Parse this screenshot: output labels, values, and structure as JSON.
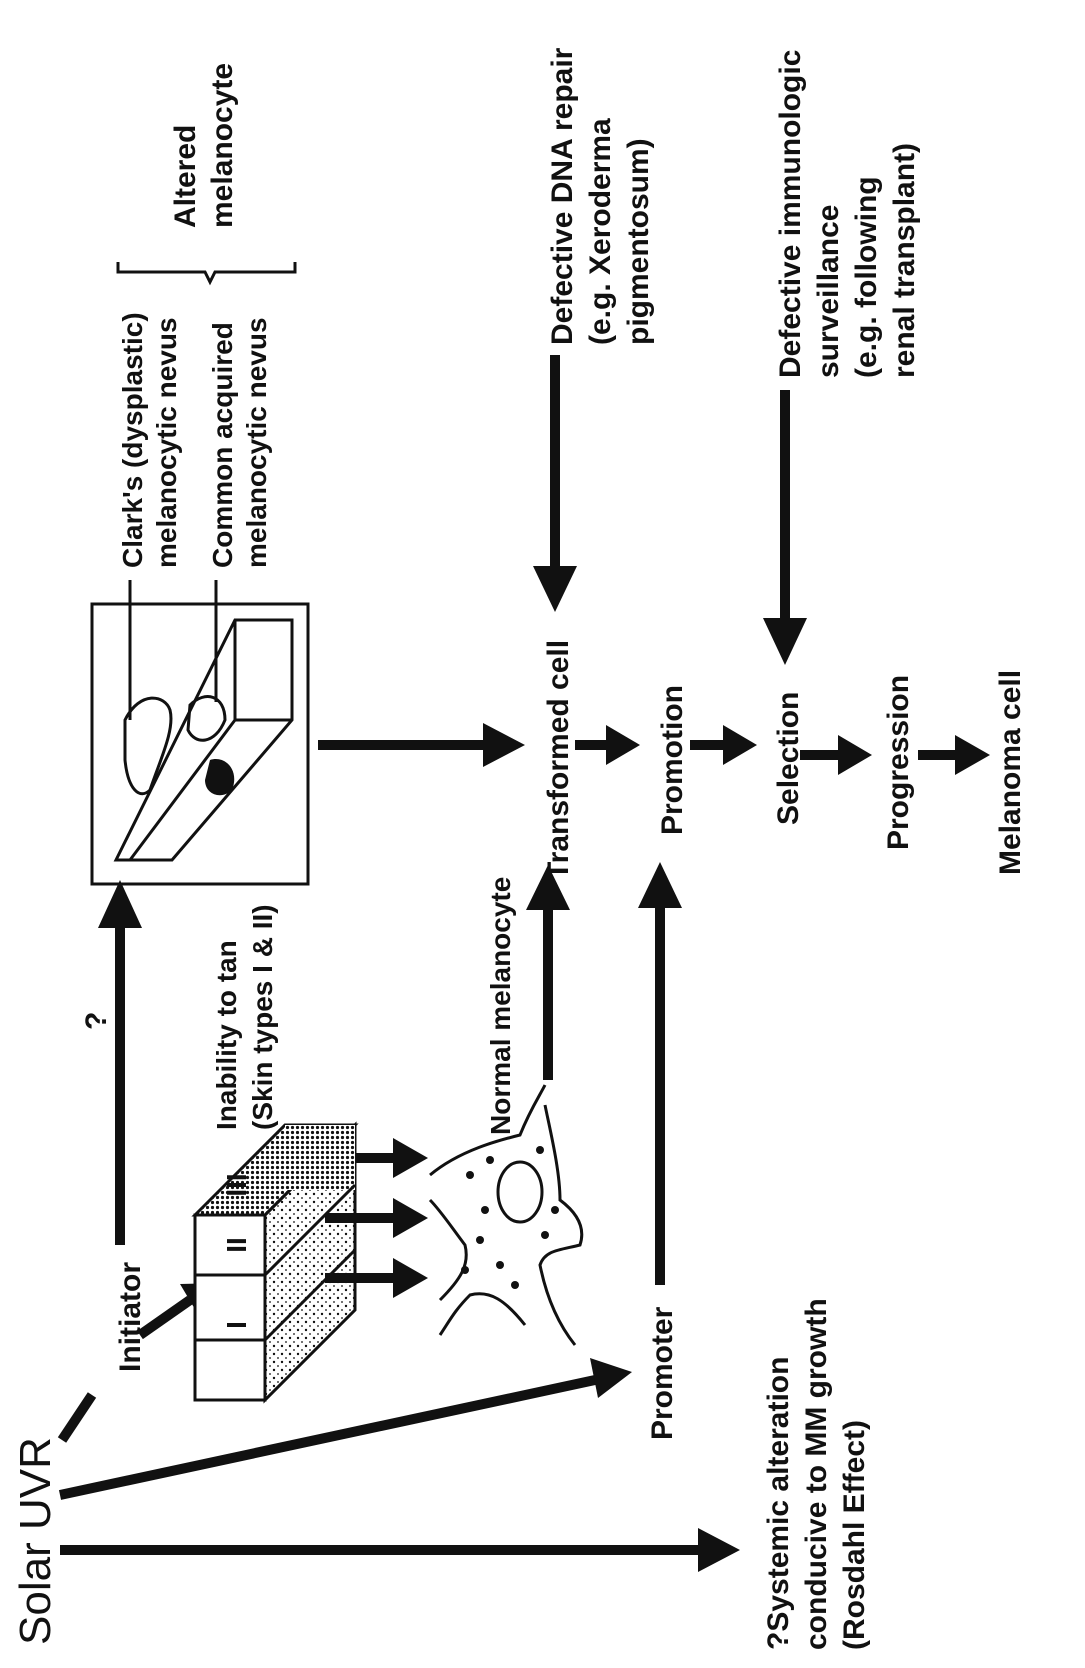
{
  "diagram": {
    "source_label": "Solar UVR",
    "initiator_label": "Initiator",
    "question_mark": "?",
    "skin_type_labels": [
      "I",
      "II",
      "III"
    ],
    "inability_line1": "Inability to tan",
    "inability_line2": "(Skin types I & II)",
    "normal_melanocyte_label": "Normal melanocyte",
    "clarks_line1": "Clark's (dysplastic)",
    "clarks_line2": "melanocytic nevus",
    "common_line1": "Common acquired",
    "common_line2": "melanocytic nevus",
    "altered_line1": "Altered",
    "altered_line2": "melanocyte",
    "transformed_cell_label": "Transformed cell",
    "dna_repair_line1": "Defective DNA repair",
    "dna_repair_line2": "(e.g. Xeroderma",
    "dna_repair_line3": "pigmentosum)",
    "promoter_label": "Promoter",
    "promotion_label": "Promotion",
    "selection_label": "Selection",
    "immuno_line1": "Defective immunologic",
    "immuno_line2": "surveillance",
    "immuno_line3": "(e.g. following",
    "immuno_line4": "renal transplant)",
    "progression_label": "Progression",
    "melanoma_cell_label": "Melanoma cell",
    "systemic_line1": "?Systemic alteration",
    "systemic_line2": "conducive to MM growth",
    "systemic_line3": "(Rosdahl Effect)"
  }
}
